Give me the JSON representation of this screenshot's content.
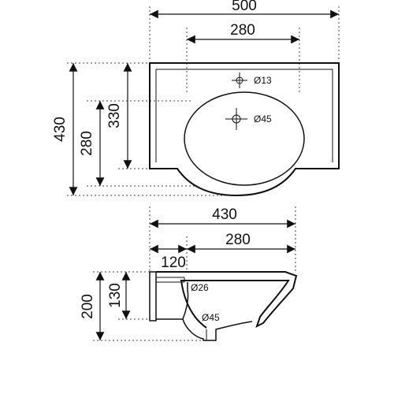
{
  "top_view": {
    "overall_width": "500",
    "bowl_width": "280",
    "overall_depth": "430",
    "outer_depth": "330",
    "inner_depth": "280",
    "tap_hole": "Ø13",
    "drain_hole": "Ø45"
  },
  "side_view": {
    "overall_depth": "430",
    "bowl_depth": "280",
    "wall_offset": "120",
    "overall_height": "200",
    "rim_height": "130",
    "overflow": "Ø26",
    "drain": "Ø45"
  },
  "colors": {
    "line": "#111111",
    "fill": "#ffffff"
  }
}
